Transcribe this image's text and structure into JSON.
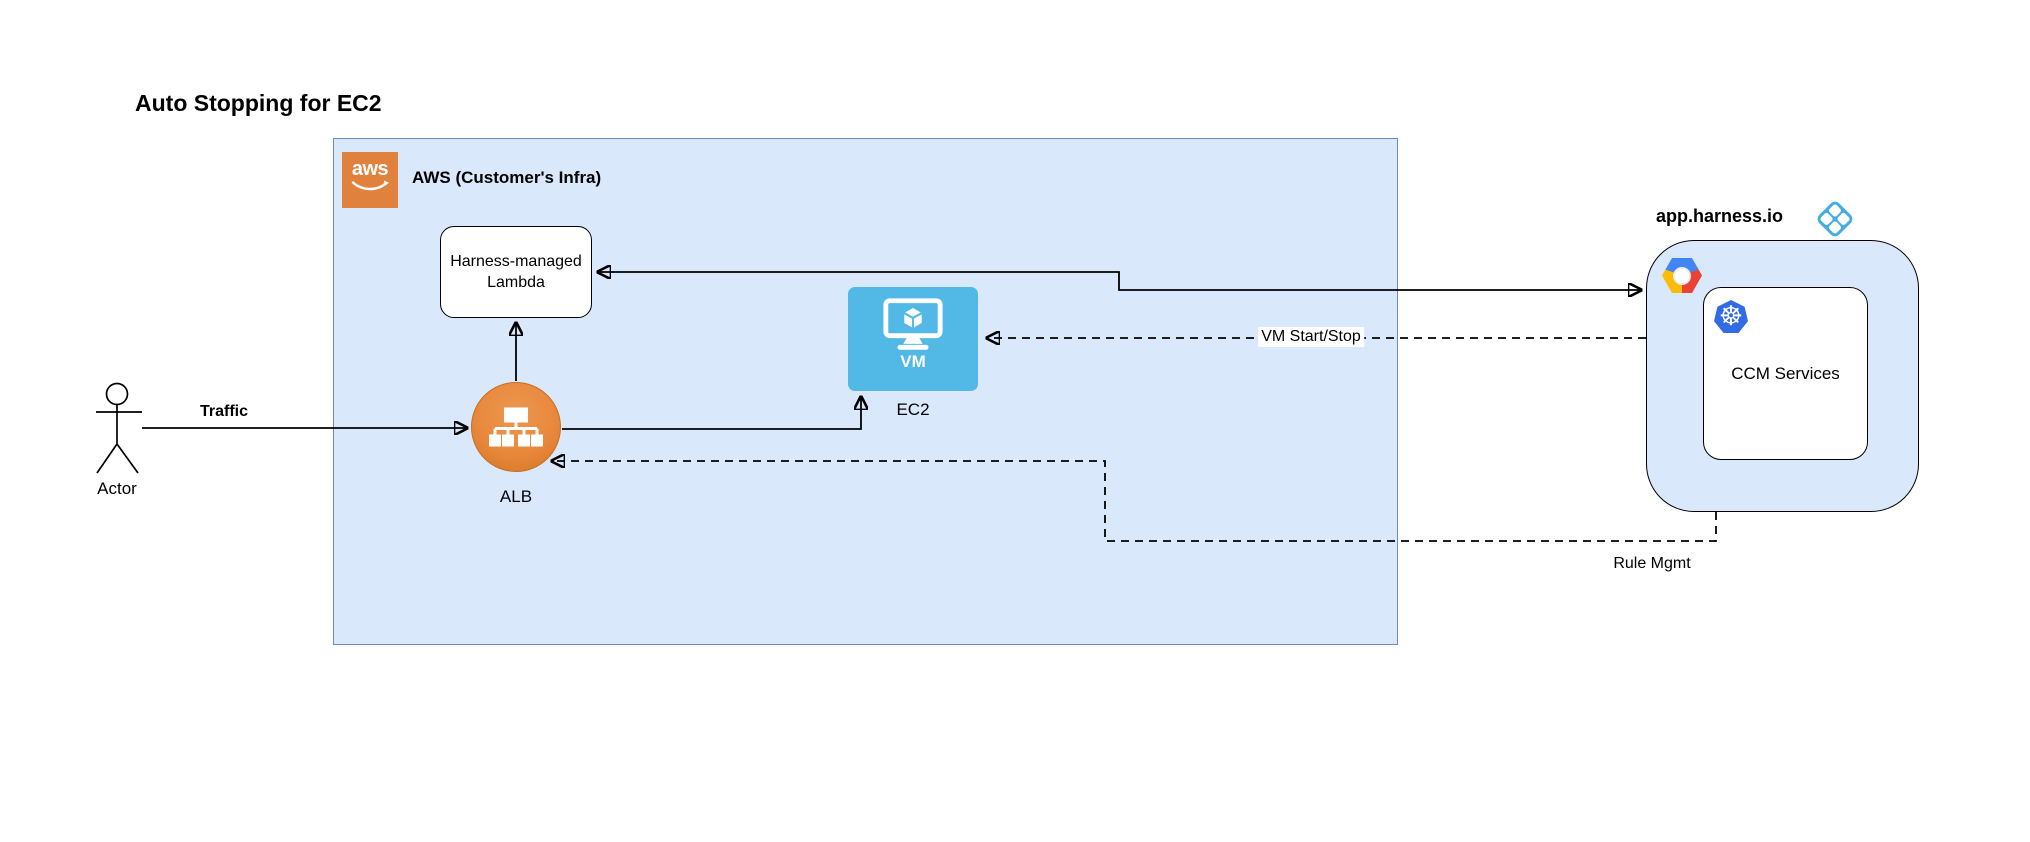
{
  "title": "Auto Stopping for EC2",
  "groups": {
    "aws": {
      "label": "AWS (Customer's Infra)",
      "logo_text": "aws"
    },
    "harness": {
      "label": "app.harness.io"
    }
  },
  "nodes": {
    "actor": {
      "label": "Actor"
    },
    "lambda": {
      "label": "Harness-managed Lambda"
    },
    "alb": {
      "label": "ALB"
    },
    "ec2": {
      "icon_caption": "VM",
      "label": "EC2"
    },
    "ccm": {
      "label": "CCM Services"
    }
  },
  "edges": {
    "traffic": {
      "label": "Traffic",
      "style": "solid-arrow"
    },
    "alb_to_lambda": {
      "style": "solid-arrow"
    },
    "alb_to_ec2": {
      "style": "solid-arrow"
    },
    "ccm_to_lambda": {
      "style": "solid-double-arrow"
    },
    "vm_start_stop": {
      "label": "VM Start/Stop",
      "style": "dashed-arrow"
    },
    "rule_mgmt": {
      "label": "Rule Mgmt",
      "style": "dashed-arrow"
    }
  },
  "icons": {
    "aws_logo": "aws-smile-logo",
    "alb": "load-balancer-tree-icon",
    "ec2_vm": "monitor-with-cube-icon",
    "gcp": "google-cloud-hexagon-icon",
    "kubernetes": "kubernetes-helm-wheel-icon",
    "kubernetes_glyph": "☸",
    "harness": "blue-diamond-grid-icon",
    "actor": "stick-figure-icon"
  },
  "colors": {
    "group_fill": "#DAE8FC",
    "aws_box_border": "#6C8EBF",
    "aws_logo_orange": "#E0823D",
    "alb_orange": "#E8873B",
    "vm_blue": "#52B9E7",
    "kubernetes_blue": "#326CE5",
    "harness_icon_blue": "#45ACE3",
    "gcp_blue": "#4285F4",
    "gcp_red": "#EA4335",
    "gcp_yellow": "#FBBC05",
    "line_black": "#000000"
  }
}
